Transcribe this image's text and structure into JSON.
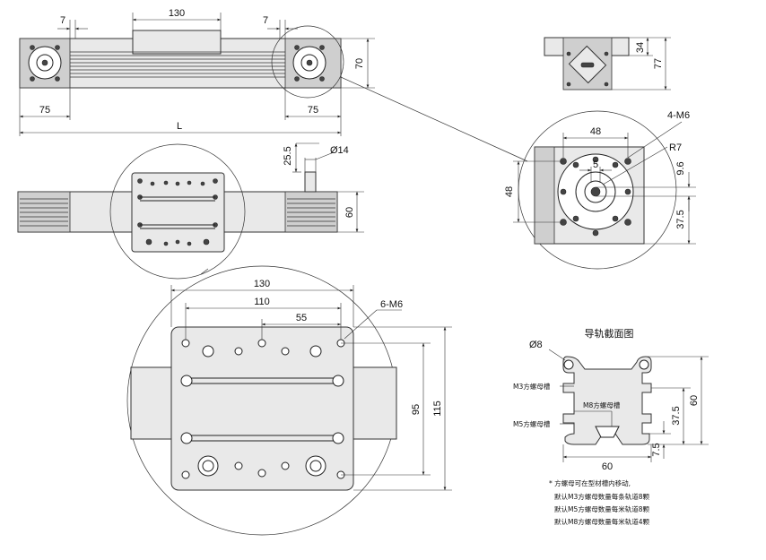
{
  "top_view": {
    "dim_left_gap": "7",
    "dim_carriage_width": "130",
    "dim_right_gap": "7",
    "dim_height": "70",
    "dim_left_end": "75",
    "dim_right_end": "75",
    "dim_length": "L"
  },
  "front_view": {
    "dim_shaft_length": "25.5",
    "dim_shaft_diameter": "Ø14",
    "dim_height": "60"
  },
  "side_view": {
    "dim_upper": "34",
    "dim_total": "77"
  },
  "end_detail": {
    "label_holes": "4-M6",
    "dim_hole_spacing": "48",
    "dim_center_offset": "5",
    "label_radius": "R7",
    "dim_9_6": "9.6",
    "dim_vertical_48": "48",
    "dim_37_5": "37.5"
  },
  "carriage_detail": {
    "dim_130": "130",
    "dim_110": "110",
    "dim_55": "55",
    "label_holes": "6-M6",
    "dim_95": "95",
    "dim_115": "115"
  },
  "rail_section": {
    "title": "导轨截面图",
    "label_diameter": "Ø8",
    "label_m3_slot": "M3方螺母槽",
    "label_m8_slot": "M8方螺母槽",
    "label_m5_slot": "M5方螺母槽",
    "dim_height": "60",
    "dim_37_5": "37.5",
    "dim_width": "60",
    "dim_7_5": "7.5"
  },
  "notes": {
    "line1": "* 方螺母可在型材槽内移动,",
    "line2": "默认M3方螺母数量每条轨道8颗",
    "line3": "默认M5方螺母数量每米轨道8颗",
    "line4": "默认M8方螺母数量每米轨道4颗"
  }
}
